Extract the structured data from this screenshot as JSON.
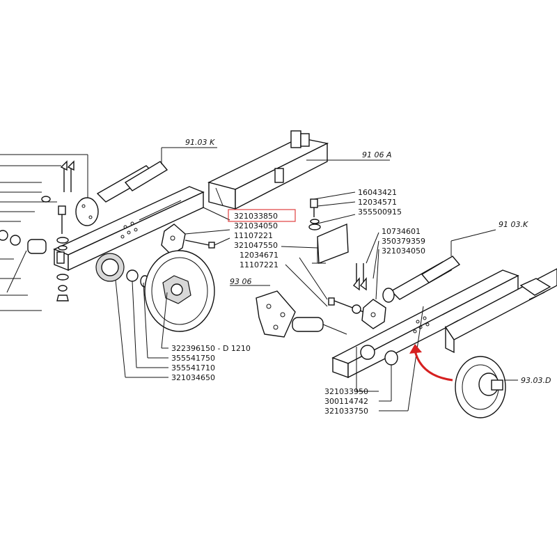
{
  "references": {
    "r1": "91.03 K",
    "r2": "91 06 A",
    "r3": "91 03.K",
    "r4": "93 06",
    "r5": "93.03.D"
  },
  "parts": {
    "p16043421": "16043421",
    "p12034571": "12034571",
    "p355500915": "355500915",
    "p321033850": "321033850",
    "p321034050a": "321034050",
    "p11107221a": "11107221",
    "p321047550": "321047550",
    "p12034671": "12034671",
    "p11107221b": "11107221",
    "p10734601": "10734601",
    "p350379359": "350379359",
    "p321034050b": "321034050",
    "p322396150": "322396150 - D 1210",
    "p355541750": "355541750",
    "p355541710": "355541710",
    "p321034650": "321034650",
    "p321033950": "321033950",
    "p300114742": "300114742",
    "p321033750": "321033750"
  },
  "highlight": {
    "box_color": "#e04040",
    "arrow_color": "#d62020"
  }
}
